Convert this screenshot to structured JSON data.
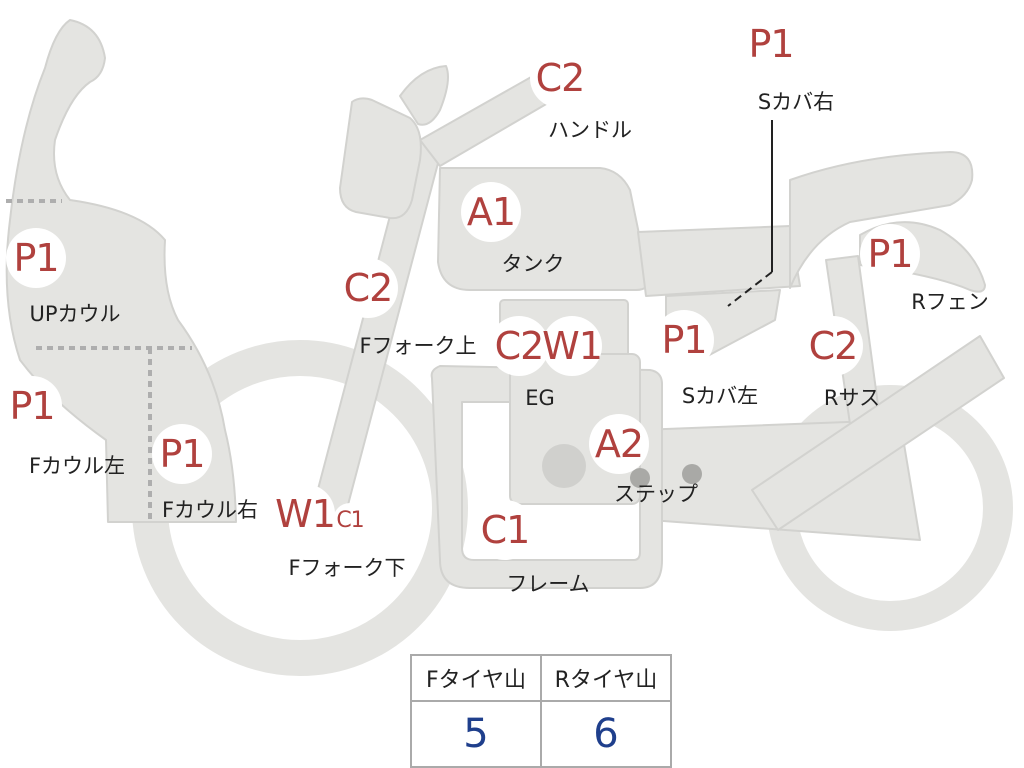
{
  "colors": {
    "code_red": "#b0413e",
    "value_blue": "#1f3f8c",
    "part_fill": "#e4e4e1",
    "part_stroke": "#d2d2cf",
    "dotted_line": "#aeaeae"
  },
  "parts": [
    {
      "id": "up-cowl",
      "code": "P1",
      "label": "UPカウル"
    },
    {
      "id": "f-cowl-left",
      "code": "P1",
      "label": "Fカウル左"
    },
    {
      "id": "f-cowl-right",
      "code": "P1",
      "label": "Fカウル右"
    },
    {
      "id": "f-fork-upper",
      "code": "C2",
      "label": "Fフォーク上"
    },
    {
      "id": "f-fork-lower",
      "code": "W1",
      "code2": "C1",
      "label": "Fフォーク下"
    },
    {
      "id": "handle",
      "code": "C2",
      "label": "ハンドル"
    },
    {
      "id": "tank",
      "code": "A1",
      "label": "タンク"
    },
    {
      "id": "engine",
      "code": "C2",
      "code2": "W1",
      "label": "EG"
    },
    {
      "id": "step",
      "code": "A2",
      "label": "ステップ"
    },
    {
      "id": "frame",
      "code": "C1",
      "label": "フレーム"
    },
    {
      "id": "s-cover-right",
      "code": "P1",
      "label": "Sカバ右"
    },
    {
      "id": "s-cover-left",
      "code": "P1",
      "label": "Sカバ左"
    },
    {
      "id": "r-fender",
      "code": "P1",
      "label": "Rフェン"
    },
    {
      "id": "r-suspension",
      "code": "C2",
      "label": "Rサス"
    }
  ],
  "tire_table": {
    "headers": [
      "Fタイヤ山",
      "Rタイヤ山"
    ],
    "values": [
      "5",
      "6"
    ]
  }
}
